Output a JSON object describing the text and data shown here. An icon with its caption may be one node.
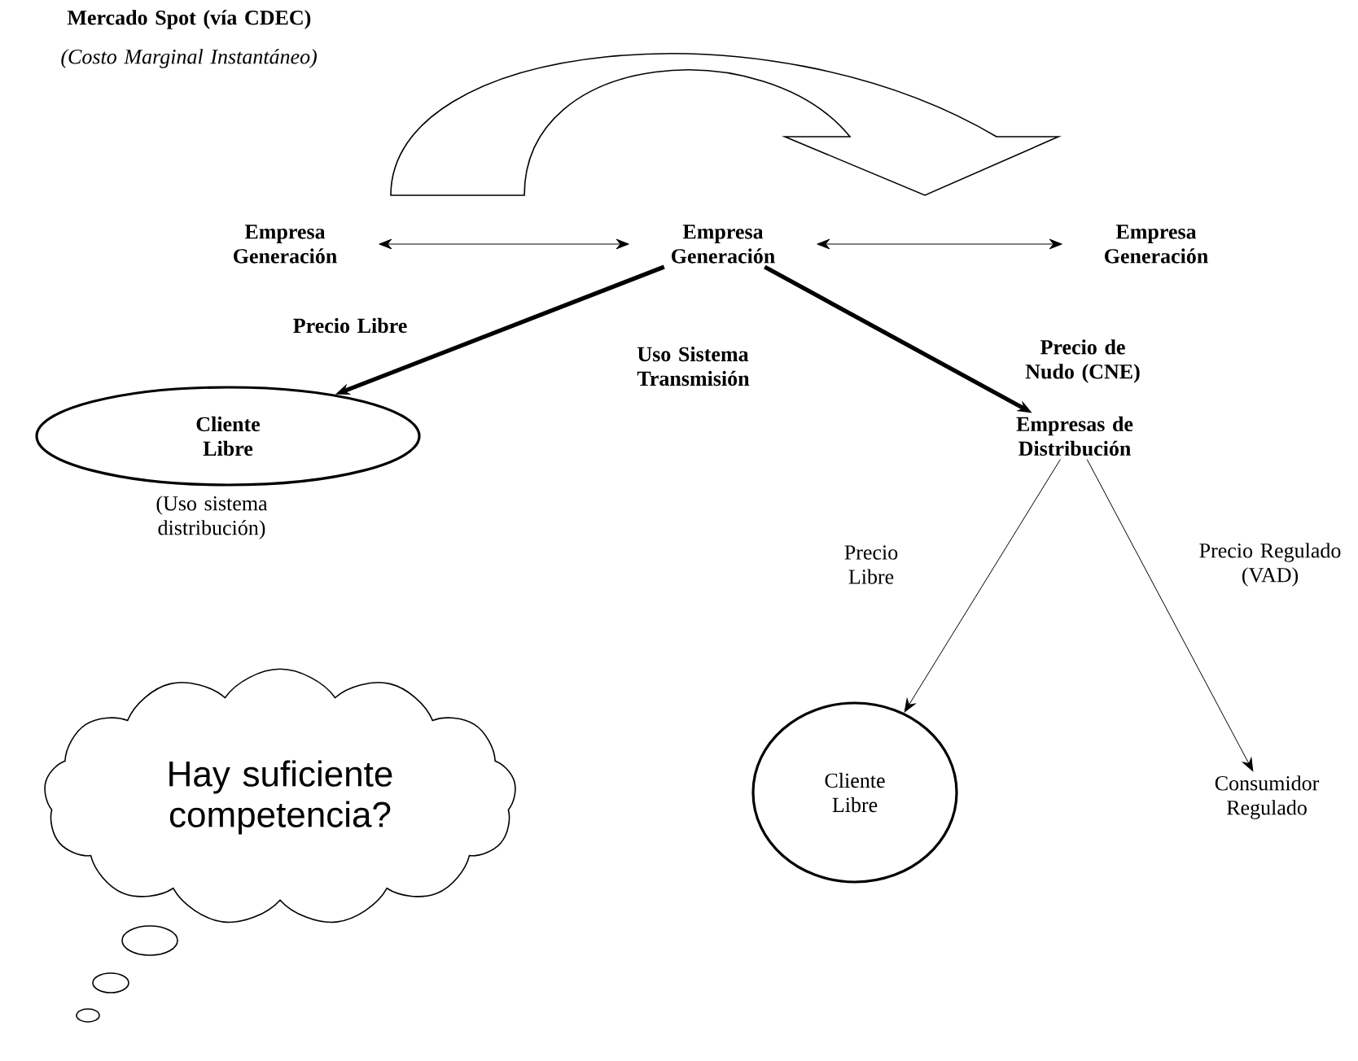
{
  "diagram": {
    "nodes": [
      {
        "text": [
          "Empresa Generación"
        ]
      },
      {
        "text": [
          "Empresa Generación"
        ]
      },
      {
        "text": [
          "Empresa Generación"
        ]
      },
      {
        "text": [
          "Cliente Libre"
        ],
        "beside": [
          "(Uso sistema distribución)"
        ]
      },
      {
        "text": [
          "Empresas de Distribución"
        ]
      },
      {
        "text": [
          "Cliente Libre"
        ]
      },
      {
        "text": [
          "Consumidor Regulado"
        ]
      },
      {
        "text": [
          "Hay suficiente competencia?"
        ]
      }
    ],
    "edges": [
      {
        "from": 0,
        "to": 1,
        "arrow": "both"
      },
      {
        "from": 1,
        "to": 2,
        "arrow": "both"
      },
      {
        "from": 1,
        "to": 3,
        "arrow": "to",
        "label": "Precio Libre",
        "style": "thick"
      },
      {
        "from": 1,
        "to": 4,
        "arrow": "to",
        "label": "Precio de Nudo (CNE)",
        "style": "thick"
      },
      {
        "from": 4,
        "to": 5,
        "arrow": "to",
        "label": "Precio Libre"
      },
      {
        "from": 4,
        "to": 6,
        "arrow": "to",
        "label": "Precio Regulado (VAD)"
      }
    ],
    "labels": [
      "Mercado Spot (vía CDEC)",
      "(Costo Marginal Instantáneo)",
      "Uso Sistema Transmisión"
    ]
  }
}
